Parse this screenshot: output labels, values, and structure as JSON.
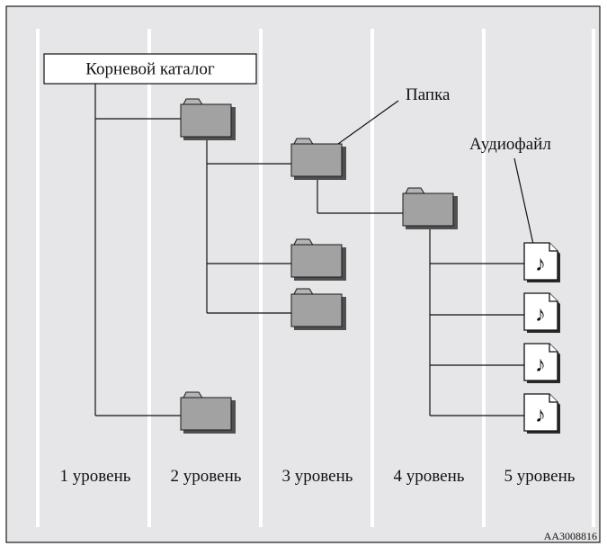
{
  "root_label": "Корневой каталог",
  "callouts": {
    "folder": "Папка",
    "audio_file": "Аудиофайл"
  },
  "levels": [
    "1 уровень",
    "2 уровень",
    "3 уровень",
    "4 уровень",
    "5 уровень"
  ],
  "image_code": "AA3008816",
  "colors": {
    "panel": "#e6e6e8",
    "folder": "#a2a2a2",
    "folder_shadow": "#505050",
    "lines": "#111111"
  },
  "icons": {
    "folder": "folder-icon",
    "audio_file": "music-note-file-icon"
  }
}
